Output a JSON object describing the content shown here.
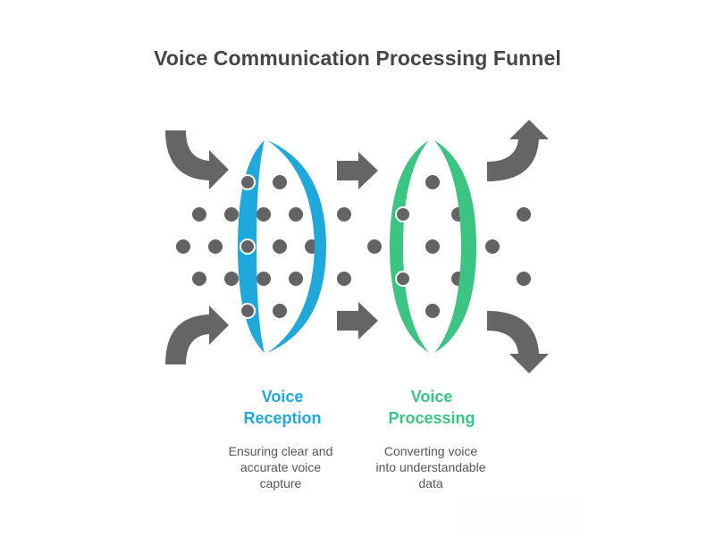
{
  "title": "Voice Communication Processing Funnel",
  "colors": {
    "reception": "#1fa8dc",
    "processing": "#3cc482",
    "arrow": "#656565",
    "dot": "#636363",
    "title": "#454545",
    "description": "#555555"
  },
  "stages": [
    {
      "id": "reception",
      "label_line1": "Voice",
      "label_line2": "Reception",
      "description_line1": "Ensuring clear and",
      "description_line2": "accurate voice",
      "description_line3": "capture"
    },
    {
      "id": "processing",
      "label_line1": "Voice",
      "label_line2": "Processing",
      "description_line1": "Converting voice",
      "description_line2": "into understandable",
      "description_line3": "data"
    }
  ],
  "icons": {
    "input_arrows": [
      "curved-arrow-in-top",
      "curved-arrow-in-bottom"
    ],
    "middle_arrows": [
      "straight-arrow-top",
      "straight-arrow-bottom"
    ],
    "output_arrows": [
      "curved-arrow-out-up",
      "curved-arrow-out-down"
    ],
    "filters": [
      "reception-filter-ring",
      "processing-filter-ring"
    ]
  }
}
